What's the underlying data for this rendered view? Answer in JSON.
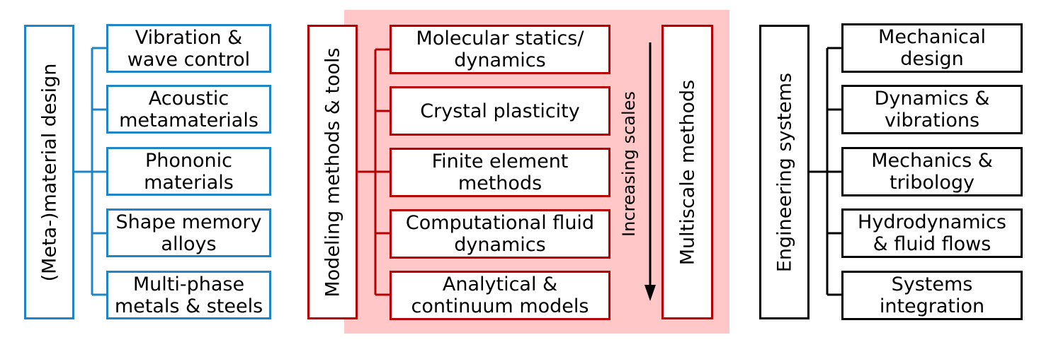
{
  "colors": {
    "blue": "#1f86c6",
    "red": "#b80000",
    "black": "#000000",
    "panel": "#ffc7c7"
  },
  "left": {
    "title": "(Meta-)material design",
    "items": [
      "Vibration &\nwave control",
      "Acoustic\nmetamaterials",
      "Phononic\nmaterials",
      "Shape memory\nalloys",
      "Multi-phase\nmetals & steels"
    ]
  },
  "middle": {
    "title": "Modeling methods & tools",
    "items": [
      "Molecular statics/\ndynamics",
      "Crystal plasticity",
      "Finite element\nmethods",
      "Computational fluid\ndynamics",
      "Analytical &\ncontinuum models"
    ],
    "arrow_label": "Increasing scales",
    "multiscale": "Multiscale methods"
  },
  "right": {
    "title": "Engineering systems",
    "items": [
      "Mechanical\ndesign",
      "Dynamics &\nvibrations",
      "Mechanics &\ntribology",
      "Hydrodynamics\n& fluid flows",
      "Systems\nintegration"
    ]
  }
}
